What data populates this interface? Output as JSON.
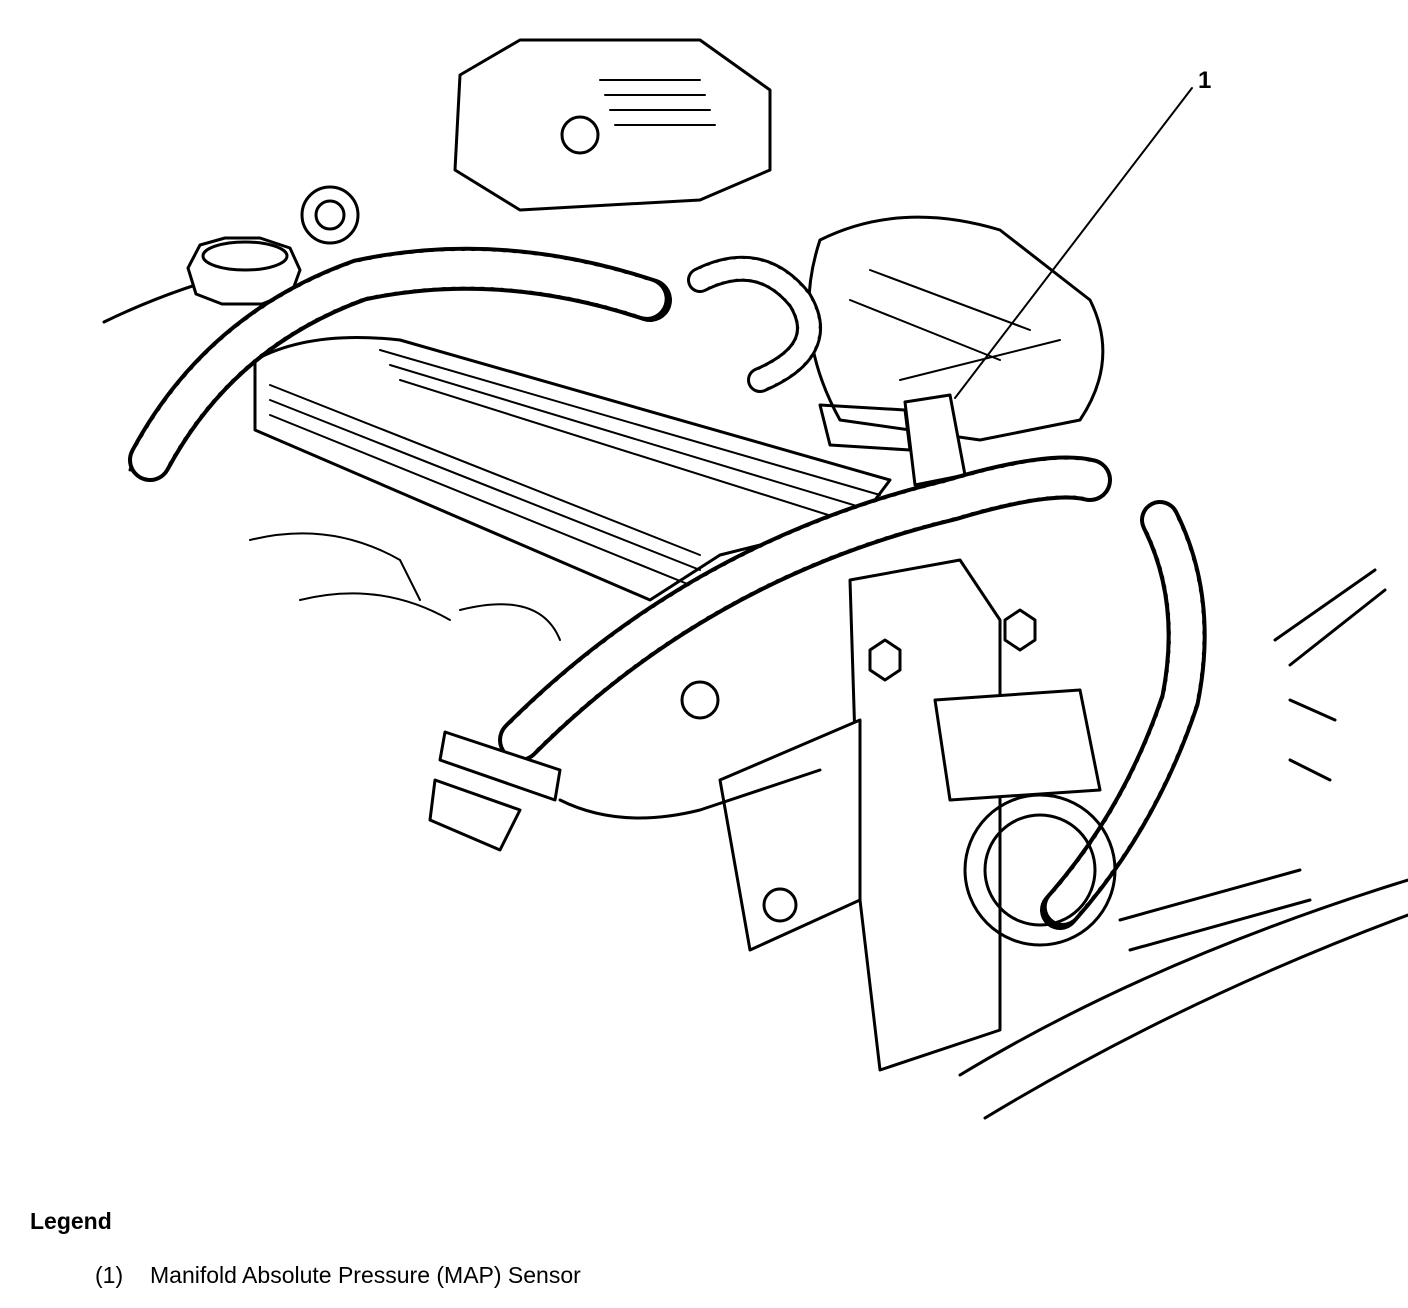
{
  "figure": {
    "callouts": [
      {
        "number": "1"
      }
    ]
  },
  "legend": {
    "heading": "Legend",
    "items": [
      {
        "number": "(1)",
        "label": "Manifold Absolute Pressure (MAP) Sensor"
      }
    ]
  }
}
